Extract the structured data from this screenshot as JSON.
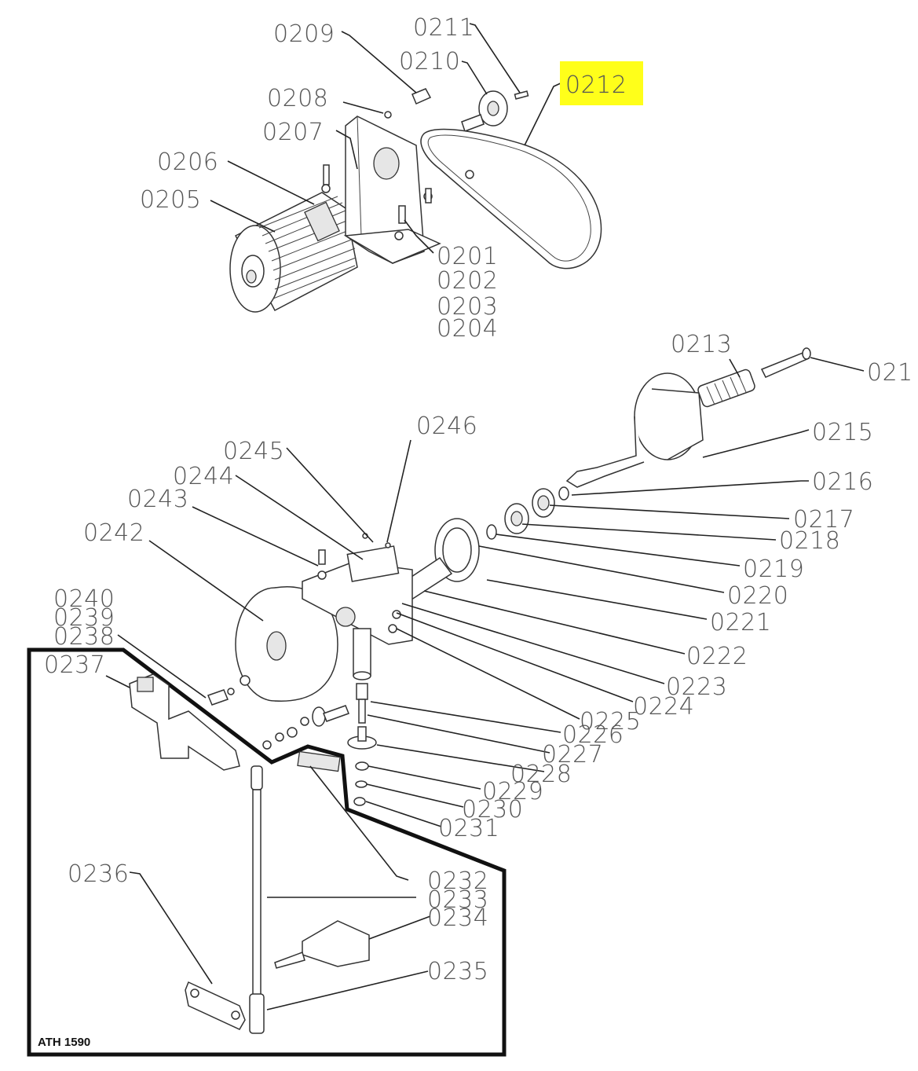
{
  "highlight_color": "#ffff1a",
  "drawing_code": "ATH 1590",
  "parts": [
    {
      "id": "p0201",
      "label": "0201"
    },
    {
      "id": "p0202",
      "label": "0202"
    },
    {
      "id": "p0203",
      "label": "0203"
    },
    {
      "id": "p0204",
      "label": "0204"
    },
    {
      "id": "p0205",
      "label": "0205"
    },
    {
      "id": "p0206",
      "label": "0206"
    },
    {
      "id": "p0207",
      "label": "0207"
    },
    {
      "id": "p0208",
      "label": "0208"
    },
    {
      "id": "p0209",
      "label": "0209"
    },
    {
      "id": "p0210",
      "label": "0210"
    },
    {
      "id": "p0211",
      "label": "0211"
    },
    {
      "id": "p0212",
      "label": "0212",
      "highlighted": true
    },
    {
      "id": "p0213",
      "label": "0213"
    },
    {
      "id": "p0214",
      "label": "021"
    },
    {
      "id": "p0215",
      "label": "0215"
    },
    {
      "id": "p0216",
      "label": "0216"
    },
    {
      "id": "p0217",
      "label": "0217"
    },
    {
      "id": "p0218",
      "label": "0218"
    },
    {
      "id": "p0219",
      "label": "0219"
    },
    {
      "id": "p0220",
      "label": "0220"
    },
    {
      "id": "p0221",
      "label": "0221"
    },
    {
      "id": "p0222",
      "label": "0222"
    },
    {
      "id": "p0223",
      "label": "0223"
    },
    {
      "id": "p0224",
      "label": "0224"
    },
    {
      "id": "p0225",
      "label": "0225"
    },
    {
      "id": "p0226",
      "label": "0226"
    },
    {
      "id": "p0227",
      "label": "0227"
    },
    {
      "id": "p0228",
      "label": "0228"
    },
    {
      "id": "p0229",
      "label": "0229"
    },
    {
      "id": "p0230",
      "label": "0230"
    },
    {
      "id": "p0231",
      "label": "0231"
    },
    {
      "id": "p0232",
      "label": "0232"
    },
    {
      "id": "p0233",
      "label": "0233"
    },
    {
      "id": "p0234",
      "label": "0234"
    },
    {
      "id": "p0235",
      "label": "0235"
    },
    {
      "id": "p0236",
      "label": "0236"
    },
    {
      "id": "p0237",
      "label": "0237"
    },
    {
      "id": "p0238",
      "label": "0238"
    },
    {
      "id": "p0239",
      "label": "0239"
    },
    {
      "id": "p0240",
      "label": "0240"
    },
    {
      "id": "p0242",
      "label": "0242"
    },
    {
      "id": "p0243",
      "label": "0243"
    },
    {
      "id": "p0244",
      "label": "0244"
    },
    {
      "id": "p0245",
      "label": "0245"
    },
    {
      "id": "p0246",
      "label": "0246"
    }
  ]
}
